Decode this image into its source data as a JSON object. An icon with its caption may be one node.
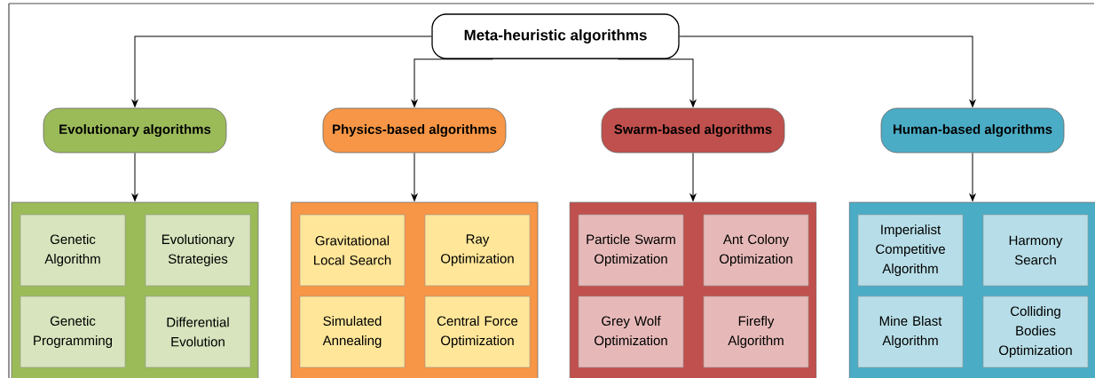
{
  "diagram": {
    "nodes": [
      {
        "text": [
          "Meta-heuristic algorithms"
        ]
      },
      {
        "text": [
          "Evolutionary algorithms"
        ]
      },
      {
        "text": [
          "Physics-based algorithms"
        ]
      },
      {
        "text": [
          "Swarm-based algorithms"
        ]
      },
      {
        "text": [
          "Human-based algorithms"
        ]
      },
      {
        "text": [],
        "shape": "box"
      },
      {
        "text": [
          "Genetic Algorithm"
        ],
        "in": 5
      },
      {
        "text": [
          "Evolutionary Strategies"
        ],
        "in": 5
      },
      {
        "text": [
          "Genetic Programming"
        ],
        "in": 5
      },
      {
        "text": [
          "Differential Evolution"
        ],
        "in": 5
      },
      {
        "text": [],
        "shape": "box"
      },
      {
        "text": [
          "Gravitational Local Search"
        ],
        "in": 10
      },
      {
        "text": [
          "Ray Optimization"
        ],
        "in": 10
      },
      {
        "text": [
          "Simulated Annealing"
        ],
        "in": 10
      },
      {
        "text": [
          "Central Force Optimization"
        ],
        "in": 10
      },
      {
        "text": [],
        "shape": "box"
      },
      {
        "text": [
          "Particle Swarm Optimization"
        ],
        "in": 15
      },
      {
        "text": [
          "Ant Colony Optimization"
        ],
        "in": 15
      },
      {
        "text": [
          "Grey Wolf Optimization"
        ],
        "in": 15
      },
      {
        "text": [
          "Firefly Algorithm"
        ],
        "in": 15
      },
      {
        "text": [],
        "shape": "box"
      },
      {
        "text": [
          "Imperialist Competitive Algorithm"
        ],
        "in": 20
      },
      {
        "text": [
          "Harmony Search"
        ],
        "in": 20
      },
      {
        "text": [
          "Mine Blast Algorithm"
        ],
        "in": 20
      },
      {
        "text": [
          "Colliding Bodies Optimization"
        ],
        "in": 20
      }
    ],
    "edges": [
      {
        "from": 0,
        "to": 1,
        "arrow": "to"
      },
      {
        "from": 0,
        "to": 2,
        "arrow": "to"
      },
      {
        "from": 0,
        "to": 3,
        "arrow": "to"
      },
      {
        "from": 0,
        "to": 4,
        "arrow": "to"
      },
      {
        "from": 1,
        "to": 5,
        "arrow": "to"
      },
      {
        "from": 2,
        "to": 10,
        "arrow": "to"
      },
      {
        "from": 3,
        "to": 15,
        "arrow": "to"
      },
      {
        "from": 4,
        "to": 20,
        "arrow": "to"
      }
    ]
  }
}
